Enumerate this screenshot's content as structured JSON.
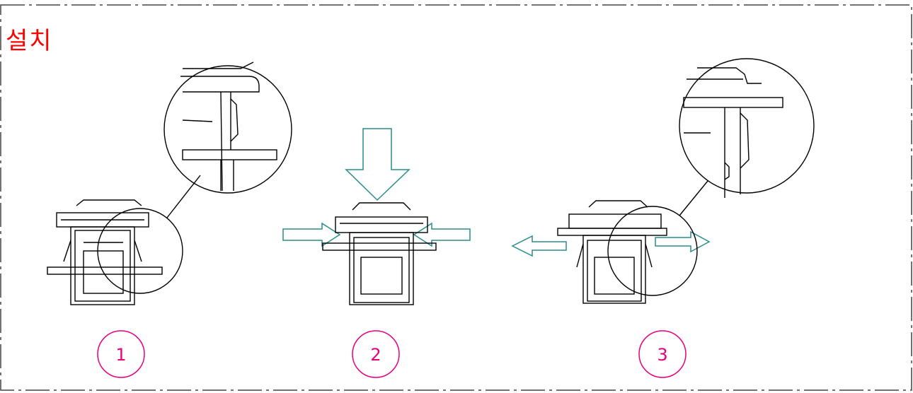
{
  "title": "설치",
  "steps": [
    {
      "number": "1"
    },
    {
      "number": "2"
    },
    {
      "number": "3"
    }
  ],
  "colors": {
    "title": "#ff0000",
    "step_circle": "#e6007e",
    "arrow": "#2a8c8c",
    "line": "#000000",
    "frame": "#444444"
  },
  "icons": [
    "switch-drawing",
    "magnifier-circle",
    "push-down-arrow",
    "squeeze-arrow",
    "spread-arrow"
  ]
}
